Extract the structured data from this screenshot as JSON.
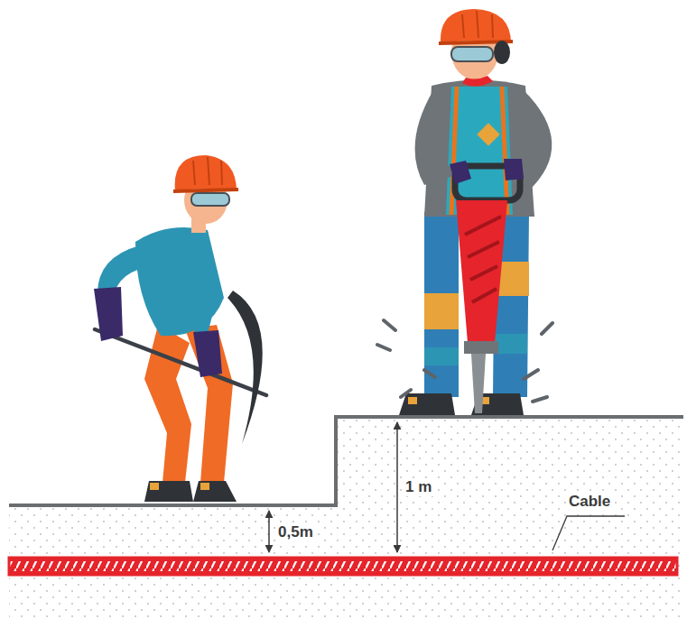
{
  "diagram": {
    "labels": [
      "1 m",
      "0,5m",
      "Cable"
    ]
  }
}
